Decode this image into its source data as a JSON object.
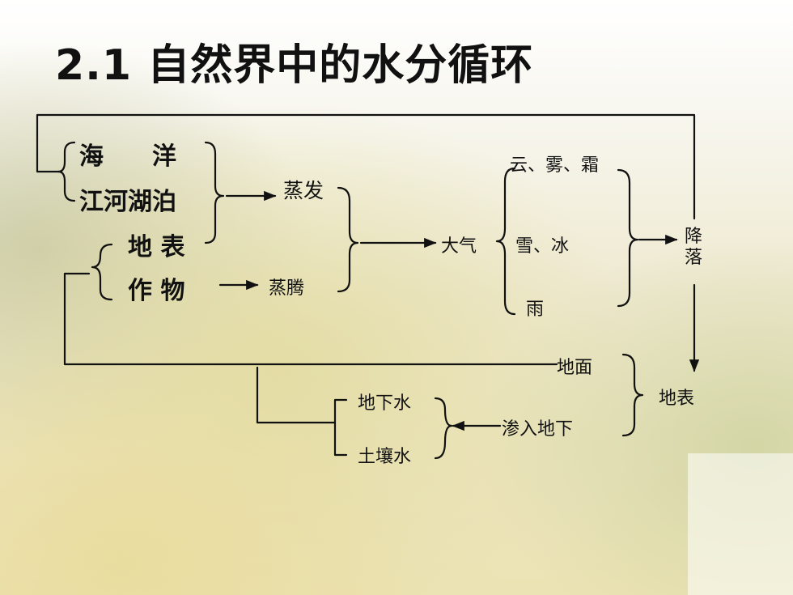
{
  "slide": {
    "title": "2.1 自然界中的水分循环"
  },
  "diagram": {
    "sources": {
      "ocean": "海　　洋",
      "rivers_lakes": "江河湖泊",
      "land_surface": "地 表",
      "crops": "作 物"
    },
    "processes": {
      "evaporation": "蒸发",
      "transpiration": "蒸腾",
      "infiltration": "渗入地下"
    },
    "atmosphere": {
      "label": "大气",
      "forms": [
        "云、雾、霜",
        "雪、冰",
        "雨"
      ]
    },
    "precipitation": "降落",
    "surface": {
      "ground": "地面",
      "surface": "地表"
    },
    "underground": {
      "groundwater": "地下水",
      "soil_water": "土壤水"
    }
  }
}
